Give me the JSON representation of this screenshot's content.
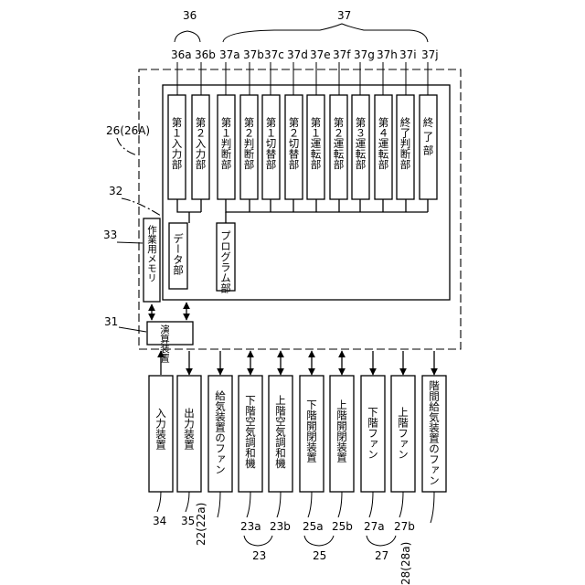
{
  "labels": {
    "ref_36": "36",
    "ref_37": "37",
    "ref_26": "26(26A)",
    "ref_32": "32",
    "ref_33": "33",
    "ref_31": "31",
    "ref_36a": "36a",
    "ref_36b": "36b",
    "ref_37a": "37a",
    "ref_37b": "37b",
    "ref_37c": "37c",
    "ref_37d": "37d",
    "ref_37e": "37e",
    "ref_37f": "37f",
    "ref_37g": "37g",
    "ref_37h": "37h",
    "ref_37i": "37i",
    "ref_37j": "37j",
    "ref_34": "34",
    "ref_35": "35",
    "ref_22": "22(22a)",
    "ref_23a": "23a",
    "ref_23b": "23b",
    "ref_23": "23",
    "ref_25a": "25a",
    "ref_25b": "25b",
    "ref_25": "25",
    "ref_27a": "27a",
    "ref_27b": "27b",
    "ref_27": "27",
    "ref_28": "28(28a)"
  },
  "inner": {
    "input1": "第１入力部",
    "input2": "第２入力部",
    "judge1": "第１判断部",
    "judge2": "第２判断部",
    "switch1": "第１切替部",
    "switch2": "第２切替部",
    "run1": "第１運転部",
    "run2": "第２運転部",
    "run3": "第３運転部",
    "run4": "第４運転部",
    "endjudge": "終了判断部",
    "end": "終 了 部",
    "data": "データ部",
    "program": "プログラム部",
    "workmem": "作業用メモリ",
    "cpu": "演算装置"
  },
  "devices": {
    "input": "入力装置",
    "output": "出力装置",
    "supplyfan": "給気装置のファン",
    "lowerac": "下階空気調和機",
    "upperac": "上階空気調和機",
    "loweropen": "下階開閉装置",
    "upperopen": "上階開閉装置",
    "lowerfan": "下階ファン",
    "upperfan": "上階ファン",
    "stairfan": "階間給気装置のファン"
  }
}
